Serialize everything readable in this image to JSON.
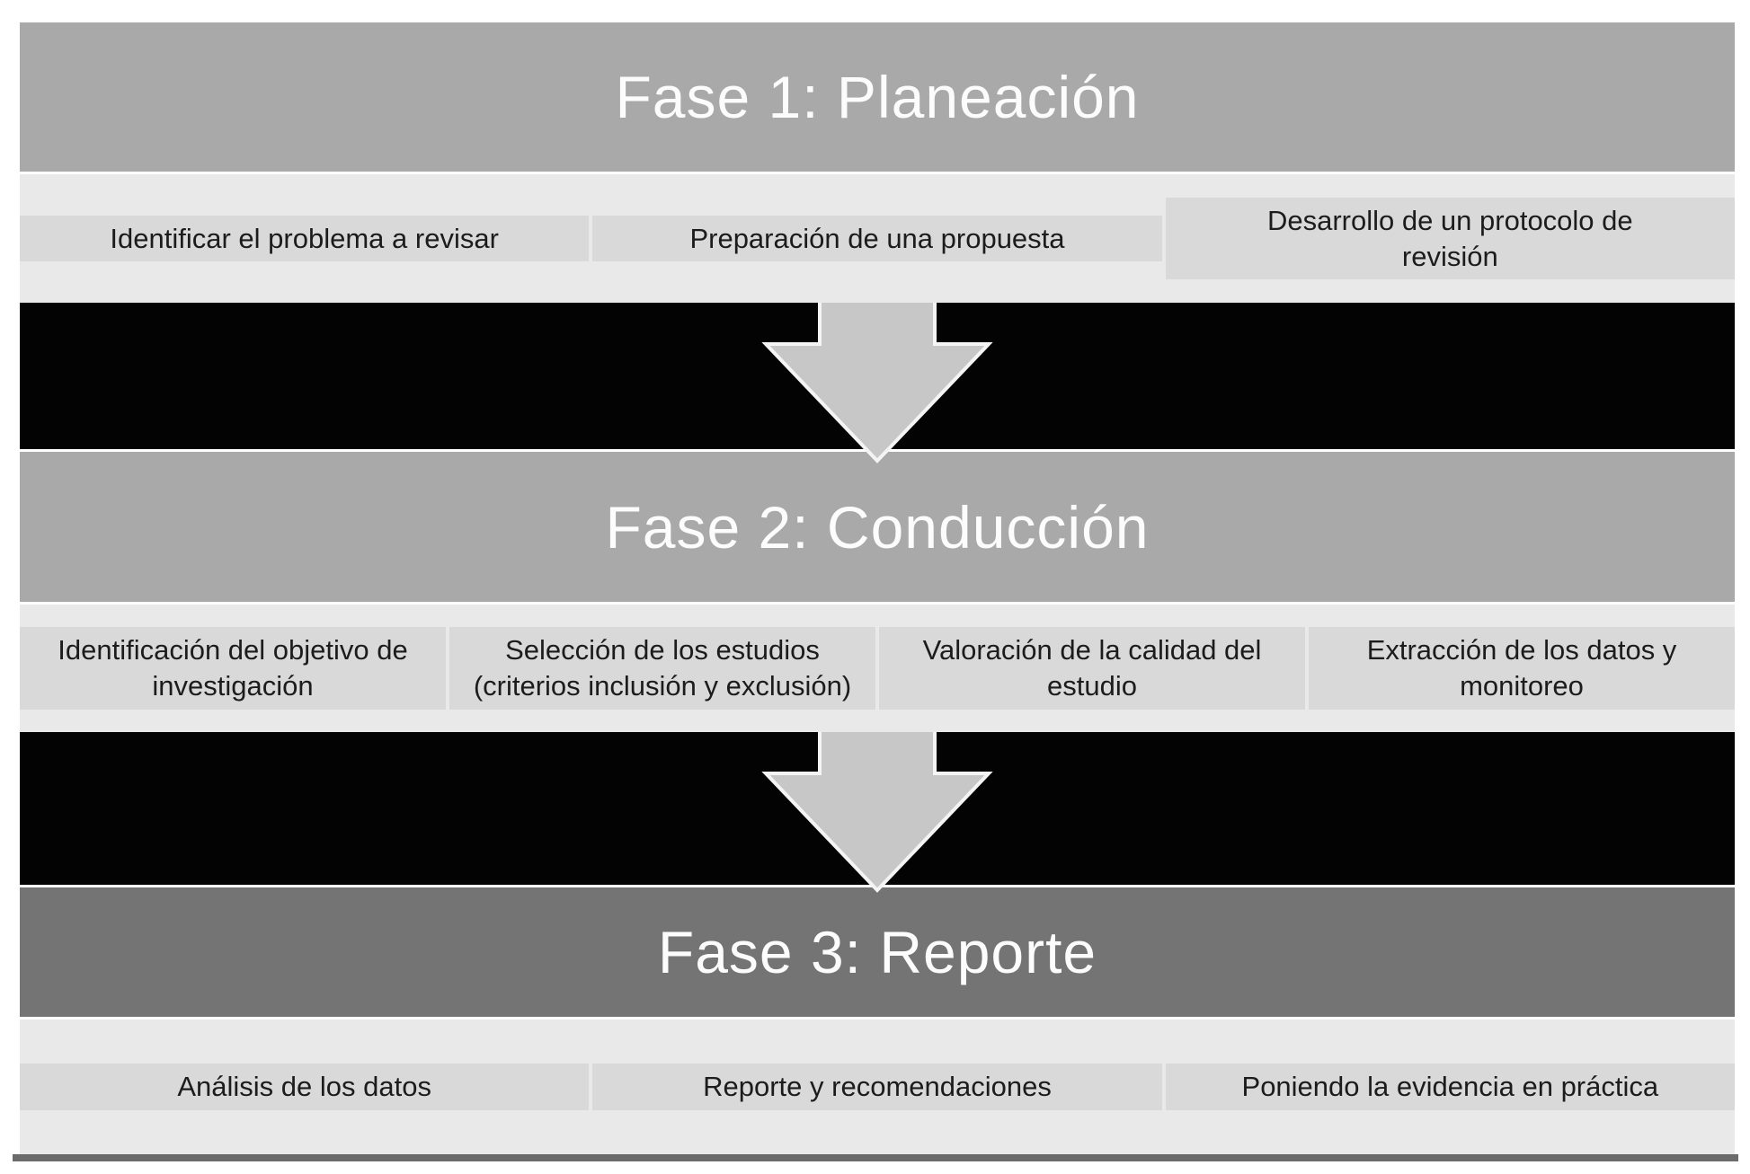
{
  "colors": {
    "page_bg": "#ffffff",
    "phase_header_bg": "#a9a9a9",
    "phase3_header_bg": "#747474",
    "step_row_bg": "#d9d9d9",
    "step_divider": "#e9e9e9",
    "step_text": "#1c1c1c",
    "title_text": "#fcfcfc",
    "transition_band_bg": "#030303",
    "arrow_fill": "#c7c7c7",
    "arrow_outline": "#f4f4f4",
    "bottom_bar": "#6b6b6b"
  },
  "phases": [
    {
      "title": "Fase 1: Planeación",
      "steps": [
        "Identificar el problema a revisar",
        "Preparación de una propuesta",
        "Desarrollo de un protocolo de revisión"
      ]
    },
    {
      "title": "Fase 2: Conducción",
      "steps": [
        "Identificación del objetivo de investigación",
        "Selección de los estudios (criterios inclusión y exclusión)",
        "Valoración de la calidad del estudio",
        "Extracción de los datos y monitoreo"
      ]
    },
    {
      "title": "Fase 3: Reporte",
      "steps": [
        "Análisis de los datos",
        "Reporte y recomendaciones",
        "Poniendo la evidencia en práctica"
      ]
    }
  ]
}
